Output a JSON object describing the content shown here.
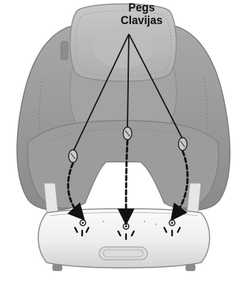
{
  "callout": {
    "label_en": "Pegs",
    "label_es": "Clavijas"
  },
  "parts": [
    {
      "name": "seat-pad",
      "color": "#9b9b9b"
    },
    {
      "name": "headrest",
      "color": "#b9b9b9"
    },
    {
      "name": "pegs",
      "count": 3
    },
    {
      "name": "base-frame",
      "color": "#efefef"
    },
    {
      "name": "base-logo"
    }
  ],
  "colors": {
    "fabric_dark": "#8f8f8f",
    "fabric_mid": "#a7a7a7",
    "fabric_light": "#c2c2c2",
    "frame": "#f1f1f1",
    "outline": "#1a1a1a"
  },
  "icons": [
    "dashed-arrow-icon",
    "peg-icon",
    "alignment-hole-icon",
    "emphasis-tick-icon"
  ]
}
